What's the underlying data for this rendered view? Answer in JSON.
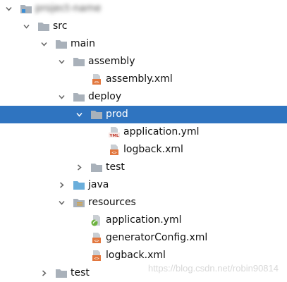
{
  "tree": [
    {
      "key": "project",
      "label": "project-name",
      "depth": 0,
      "type": "module",
      "expanded": true,
      "blurred": true
    },
    {
      "key": "src",
      "label": "src",
      "depth": 1,
      "type": "folder",
      "expanded": true
    },
    {
      "key": "main",
      "label": "main",
      "depth": 2,
      "type": "folder",
      "expanded": true
    },
    {
      "key": "assembly",
      "label": "assembly",
      "depth": 3,
      "type": "folder",
      "expanded": true
    },
    {
      "key": "assembly-xml",
      "label": "assembly.xml",
      "depth": 4,
      "type": "xml-file"
    },
    {
      "key": "deploy",
      "label": "deploy",
      "depth": 3,
      "type": "folder",
      "expanded": true
    },
    {
      "key": "prod",
      "label": "prod",
      "depth": 4,
      "type": "folder",
      "expanded": true,
      "selected": true
    },
    {
      "key": "prod-application-yml",
      "label": "application.yml",
      "depth": 5,
      "type": "yml-file"
    },
    {
      "key": "prod-logback-xml",
      "label": "logback.xml",
      "depth": 5,
      "type": "xml-file"
    },
    {
      "key": "deploy-test",
      "label": "test",
      "depth": 4,
      "type": "folder",
      "expanded": false
    },
    {
      "key": "java",
      "label": "java",
      "depth": 3,
      "type": "source-folder",
      "expanded": false
    },
    {
      "key": "resources",
      "label": "resources",
      "depth": 3,
      "type": "resources-folder",
      "expanded": true
    },
    {
      "key": "resources-application-yml",
      "label": "application.yml",
      "depth": 4,
      "type": "spring-yml-file"
    },
    {
      "key": "generatorconfig-xml",
      "label": "generatorConfig.xml",
      "depth": 4,
      "type": "xml-file"
    },
    {
      "key": "resources-logback-xml",
      "label": "logback.xml",
      "depth": 4,
      "type": "xml-file"
    },
    {
      "key": "src-test",
      "label": "test",
      "depth": 2,
      "type": "folder",
      "expanded": false
    }
  ],
  "watermark": "https://blog.csdn.net/robin90814",
  "colors": {
    "selection": "#2f74c0",
    "folder": "#a9b1ba",
    "source_folder": "#6aaedb",
    "xml_icon": "#e2773e",
    "yml_icon_text": "#c0392b"
  }
}
